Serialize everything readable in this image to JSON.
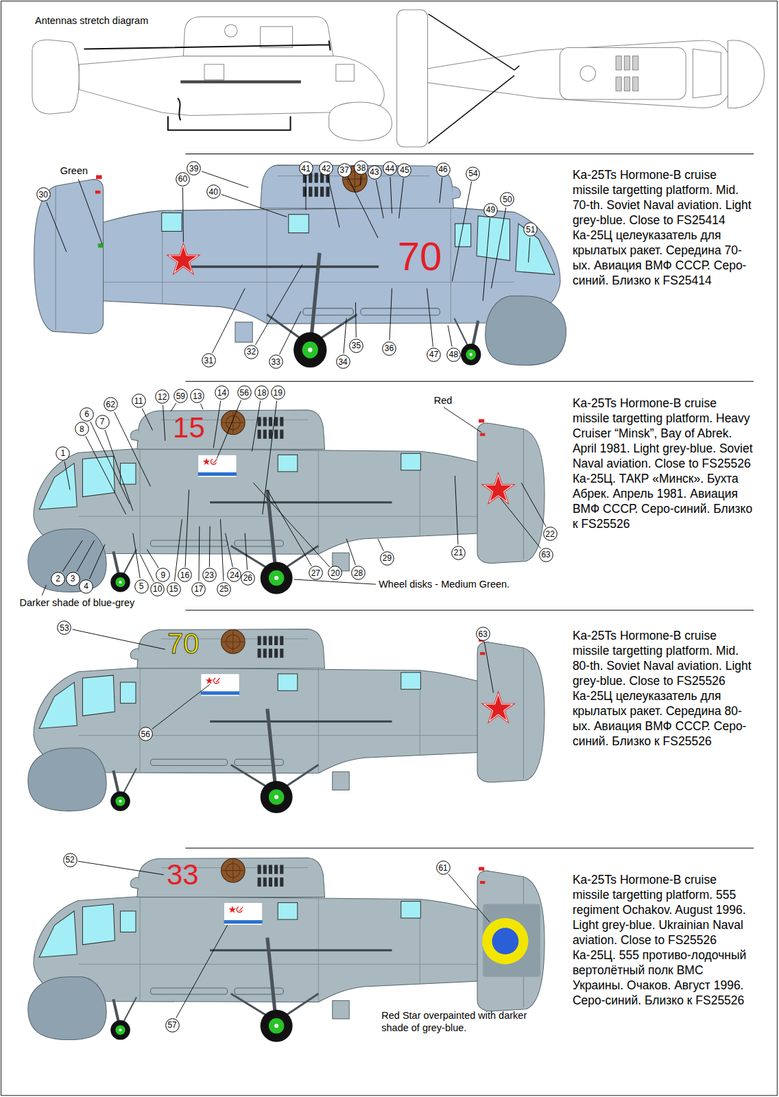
{
  "diagram": {
    "nodes": [
      {
        "text": [
          "39"
        ]
      },
      {
        "text": [
          "41"
        ]
      },
      {
        "text": [
          "42"
        ]
      },
      {
        "text": [
          "38"
        ]
      },
      {
        "text": [
          "44"
        ]
      },
      {
        "text": [
          "46"
        ]
      },
      {
        "text": [
          "37"
        ]
      },
      {
        "text": [
          "45"
        ]
      },
      {
        "text": [
          "43"
        ]
      },
      {
        "text": [
          "54"
        ]
      },
      {
        "text": [
          "60"
        ]
      },
      {
        "text": [
          "40"
        ]
      },
      {
        "text": [
          "30"
        ]
      },
      {
        "text": [
          "50"
        ]
      },
      {
        "text": [
          "49"
        ]
      },
      {
        "text": [
          "51"
        ]
      },
      {
        "text": [
          "35"
        ]
      },
      {
        "text": [
          "36"
        ]
      },
      {
        "text": [
          "32"
        ]
      },
      {
        "text": [
          "47"
        ]
      },
      {
        "text": [
          "48"
        ]
      },
      {
        "text": [
          "31"
        ]
      },
      {
        "text": [
          "33"
        ]
      },
      {
        "text": [
          "34"
        ]
      },
      {
        "text": [
          "62"
        ]
      },
      {
        "text": [
          "11"
        ]
      },
      {
        "text": [
          "12"
        ]
      },
      {
        "text": [
          "59"
        ]
      },
      {
        "text": [
          "13"
        ]
      },
      {
        "text": [
          "14"
        ]
      },
      {
        "text": [
          "56"
        ]
      },
      {
        "text": [
          "18"
        ]
      },
      {
        "text": [
          "19"
        ]
      },
      {
        "text": [
          "6"
        ]
      },
      {
        "text": [
          "7"
        ]
      },
      {
        "text": [
          "8"
        ]
      },
      {
        "text": [
          "1"
        ]
      },
      {
        "text": [
          "2"
        ]
      },
      {
        "text": [
          "3"
        ]
      },
      {
        "text": [
          "4"
        ]
      },
      {
        "text": [
          "5"
        ]
      },
      {
        "text": [
          "9"
        ]
      },
      {
        "text": [
          "10"
        ]
      },
      {
        "text": [
          "15"
        ]
      },
      {
        "text": [
          "16"
        ]
      },
      {
        "text": [
          "17"
        ]
      },
      {
        "text": [
          "23"
        ]
      },
      {
        "text": [
          "25"
        ]
      },
      {
        "text": [
          "24"
        ]
      },
      {
        "text": [
          "26"
        ]
      },
      {
        "text": [
          "27"
        ]
      },
      {
        "text": [
          "20"
        ]
      },
      {
        "text": [
          "28"
        ]
      },
      {
        "text": [
          "29"
        ]
      },
      {
        "text": [
          "21"
        ]
      },
      {
        "text": [
          "22"
        ]
      },
      {
        "text": [
          "63"
        ]
      },
      {
        "text": [
          "53"
        ]
      },
      {
        "text": [
          "63"
        ]
      },
      {
        "text": [
          "56"
        ]
      },
      {
        "text": [
          "52"
        ]
      },
      {
        "text": [
          "61"
        ]
      },
      {
        "text": [
          "57"
        ]
      }
    ],
    "labels": [
      "Antennas stretch diagram",
      "Green",
      "Ka-25Ts Hormone-B cruise missile targetting platform. Mid. 70-th. Soviet Naval aviation. Light grey-blue. Close to FS25414",
      "Ка-25Ц целеуказатель для крылатых ракет. Середина 70-ых. Авиация ВМФ СССР. Серо-синий. Близко к FS25414",
      "70",
      "Red",
      "Ka-25Ts Hormone-B cruise missile targetting platform. Heavy Cruiser “Minsk”, Bay of Abrek. April 1981. Light grey-blue. Soviet Naval aviation. Close to FS25526",
      "Ка-25Ц. ТАКР «Минск». Бухта Абрек. Апрель 1981. Авиация ВМФ СССР. Серо-синий. Близко к FS25526",
      "15",
      "Darker shade of blue-grey",
      "Wheel disks - Medium Green.",
      "Ka-25Ts Hormone-B cruise missile targetting platform. Mid. 80-th. Soviet Naval aviation. Light grey-blue. Close to FS25526",
      "Ка-25Ц целеуказатель для крылатых ракет. Середина 80-ых. Авиация ВМФ СССР. Серо-синий. Близко к FS25526",
      "70",
      "Ka-25Ts Hormone-B cruise missile targetting platform. 555 regiment Ochakov. August 1996. Light grey-blue. Ukrainian Naval aviation. Close to FS25526",
      "Ка-25Ц. 555 противо-лодочный вертолётный полк ВМС Украины. Очаков. Август 1996. Серо-синий. Близко к FS25526",
      "33",
      "Red Star overpainted with darker shade of grey-blue."
    ]
  }
}
